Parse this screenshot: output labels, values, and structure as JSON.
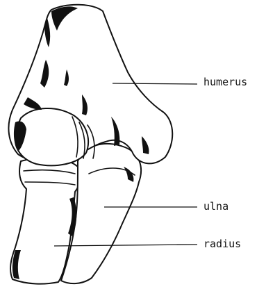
{
  "labels": {
    "humerus": "humerus",
    "ulna": "ulna",
    "radius": "radius"
  }
}
